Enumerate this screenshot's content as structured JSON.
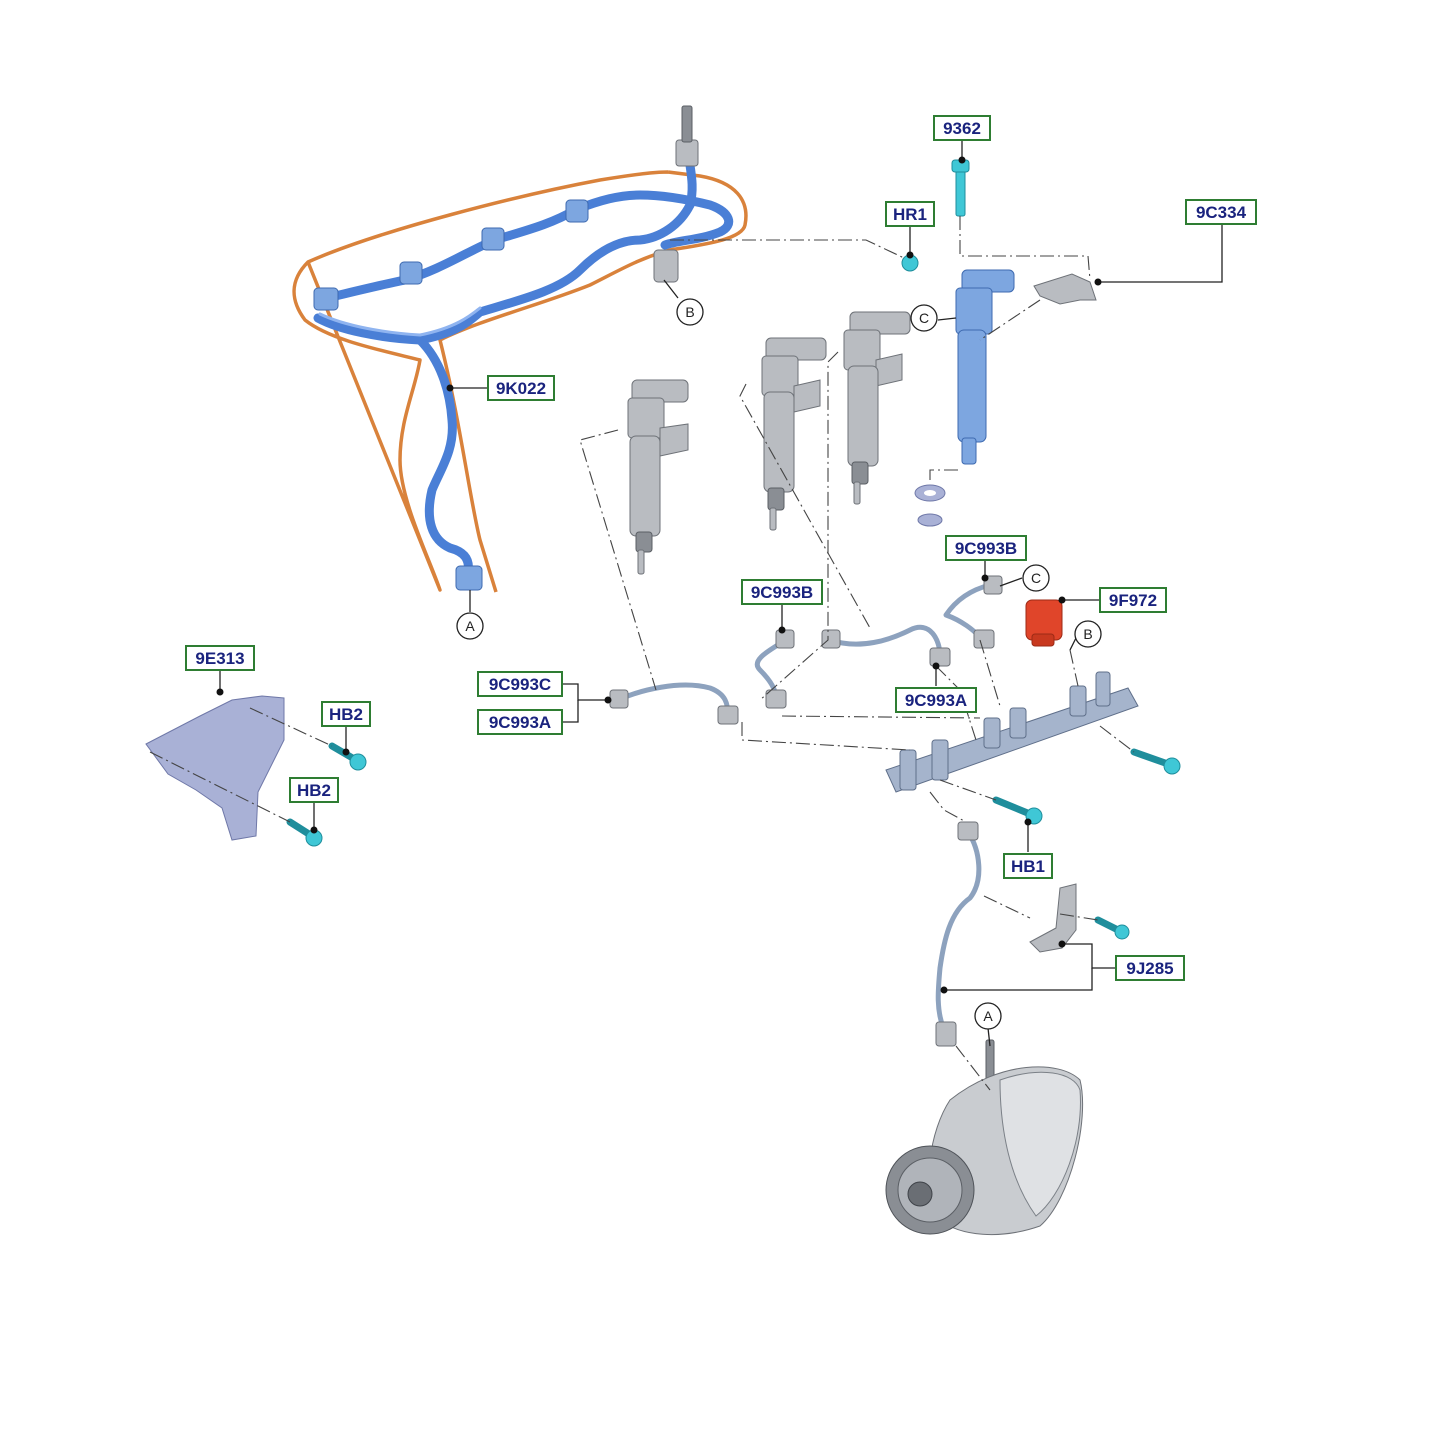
{
  "part_labels": {
    "l_9362": "9362",
    "l_hr1": "HR1",
    "l_9c334": "9C334",
    "l_9k022": "9K022",
    "l_9c993b_top": "9C993B",
    "l_9f972": "9F972",
    "l_9c993b_mid": "9C993B",
    "l_9c993c": "9C993C",
    "l_9c993a_left": "9C993A",
    "l_9c993a_mid": "9C993A",
    "l_9e313": "9E313",
    "l_hb2_top": "HB2",
    "l_hb2_bottom": "HB2",
    "l_hb1": "HB1",
    "l_9j285": "9J285"
  },
  "callouts": {
    "a_hose": "A",
    "a_pump": "A",
    "b_hose": "B",
    "b_rail": "B",
    "c_injector": "C",
    "c_pipe": "C"
  },
  "colors": {
    "label_border": "#2e7d32",
    "label_text": "#1a237e",
    "leak_off_hose": "#4a7fd6",
    "hose_outline": "#d9823b",
    "bolts": "#3fc7d6",
    "pressure_sensor": "#e0452a"
  }
}
